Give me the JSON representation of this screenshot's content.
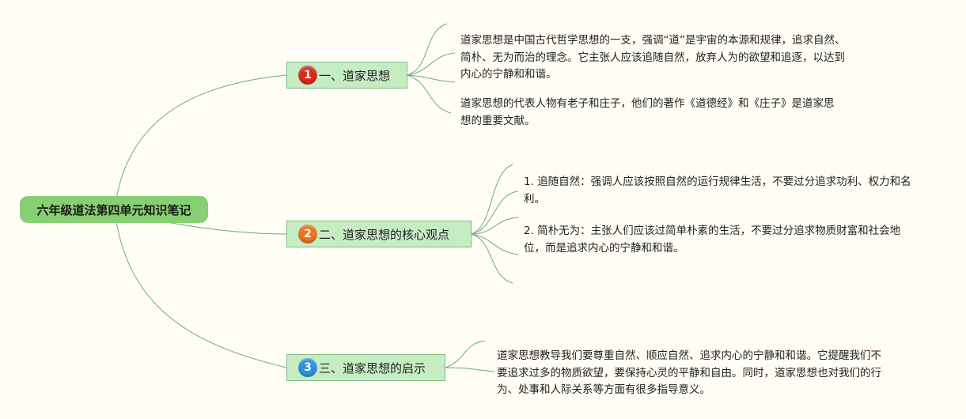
{
  "root": {
    "label": "六年级道法第四单元知识笔记"
  },
  "branches": [
    {
      "badge": "1",
      "badge_color": "#d92a1c",
      "label": "一、道家思想",
      "notes": [
        "道家思想是中国古代哲学思想的一支，强调“道”是宇宙的本源和规律，追求自然、简朴、无为而治的理念。它主张人应该追随自然，放弃人为的欲望和追逐，以达到内心的宁静和和谐。",
        "道家思想的代表人物有老子和庄子，他们的著作《道德经》和《庄子》是道家思想的重要文献。"
      ]
    },
    {
      "badge": "2",
      "badge_color": "#e8741c",
      "label": "二、道家思想的核心观点",
      "notes": [
        "1. 追随自然：强调人应该按照自然的运行规律生活，不要过分追求功利、权力和名利。",
        "2. 简朴无为：主张人们应该过简单朴素的生活，不要过分追求物质财富和社会地位，而是追求内心的宁静和和谐。"
      ]
    },
    {
      "badge": "3",
      "badge_color": "#2a93d8",
      "label": "三、道家思想的启示",
      "notes": [
        "道家思想教导我们要尊重自然、顺应自然、追求内心的宁静和和谐。它提醒我们不要追求过多的物质欲望，要保持心灵的平静和自由。同时，道家思想也对我们的行为、处事和人际关系等方面有很多指导意义。"
      ]
    }
  ],
  "colors": {
    "line": "#6aa88a",
    "background": "#fffdf4"
  }
}
